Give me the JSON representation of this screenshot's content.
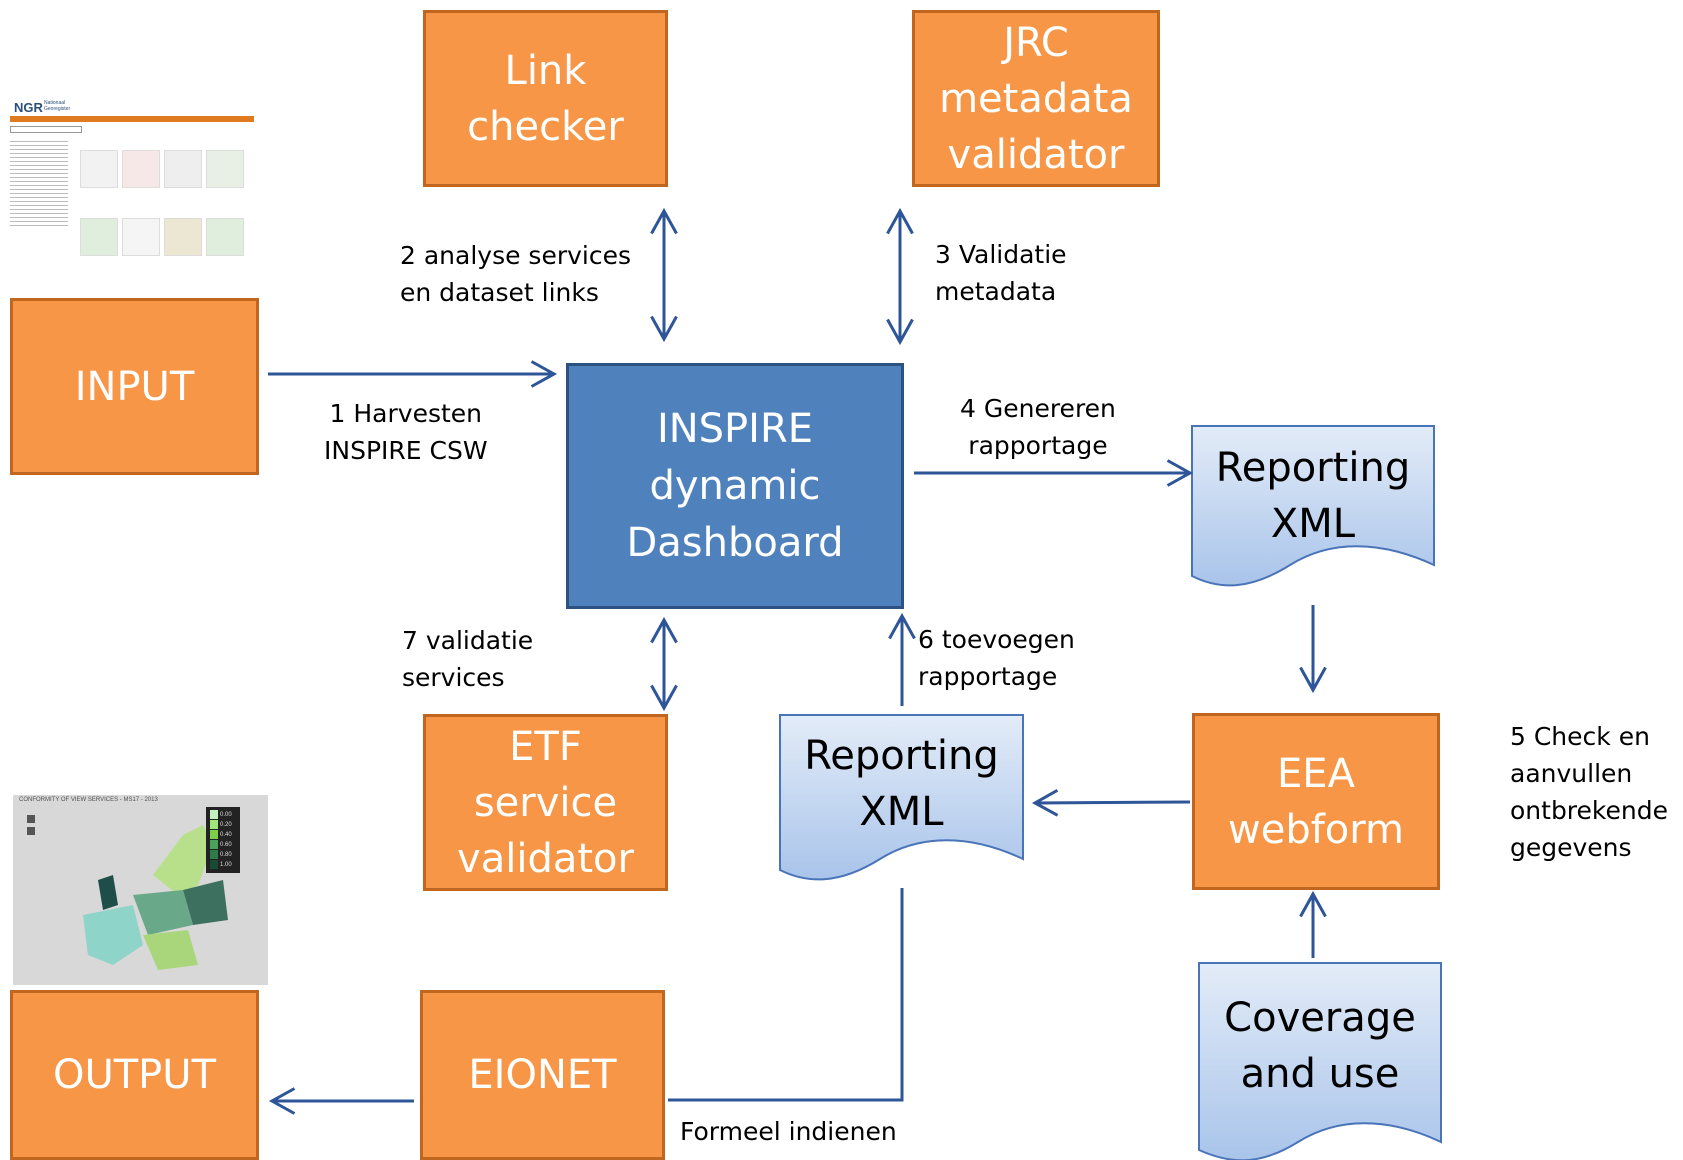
{
  "boxes": {
    "link_checker": "Link\nchecker",
    "jrc_validator": "JRC\nmetadata\nvalidator",
    "input": "INPUT",
    "dashboard": "INSPIRE\ndynamic\nDashboard",
    "etf_validator": "ETF\nservice\nvalidator",
    "eea_webform": "EEA\nwebform",
    "output": "OUTPUT",
    "eionet": "EIONET"
  },
  "documents": {
    "reporting_xml_top": "Reporting\nXML",
    "reporting_xml_mid": "Reporting\nXML",
    "coverage_use": "Coverage\nand use"
  },
  "steps": {
    "s1": "1 Harvesten\nINSPIRE CSW",
    "s2": "2 analyse services\nen dataset links",
    "s3": "3 Validatie\nmetadata",
    "s4": "4 Genereren\nrapportage",
    "s5": "5 Check en\naanvullen\nontbrekende\ngegevens",
    "s6": "6  toevoegen\nrapportage",
    "s7": "7  validatie\nservices",
    "formal": "Formeel indienen"
  },
  "ngr_thumbnail": {
    "logo": "NGR",
    "logo_sub": "Nationaal\nGeoregister"
  },
  "map_thumbnail": {
    "title": "CONFORMITY OF VIEW SERVICES - MS17 - 2013",
    "legend": [
      "0.00",
      "0.20",
      "0.40",
      "0.60",
      "0.80",
      "1.00"
    ]
  },
  "colors": {
    "orange_box": "#f79646",
    "blue_box": "#4f81bd",
    "document_fill": "#c6d9f1",
    "arrow": "#2e5597"
  }
}
